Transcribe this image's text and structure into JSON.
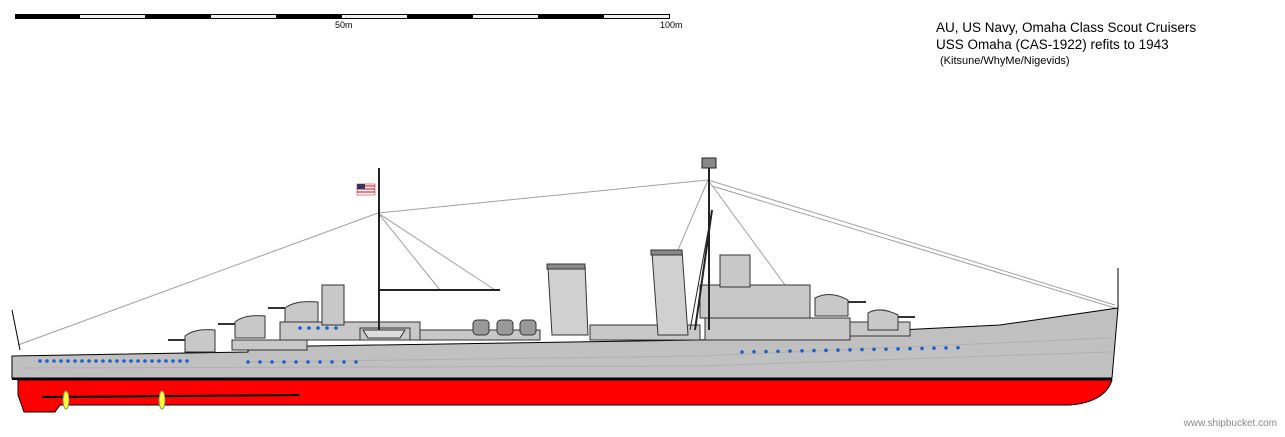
{
  "title": {
    "line1": "AU, US Navy, Omaha Class Scout Cruisers",
    "line2": "USS Omaha (CAS-1922) refits to 1943",
    "credits": "(Kitsune/WhyMe/Nigevids)"
  },
  "scale_bar": {
    "mid_label": "50m",
    "end_label": "100m",
    "length_m": 100,
    "segment_m": 10
  },
  "watermark": "www.shipbucket.com",
  "colors": {
    "hull": "#c0c0c0",
    "bottom": "#ff0000",
    "porthole": "#1a5fd0",
    "rigging": "#a0a0a0"
  }
}
